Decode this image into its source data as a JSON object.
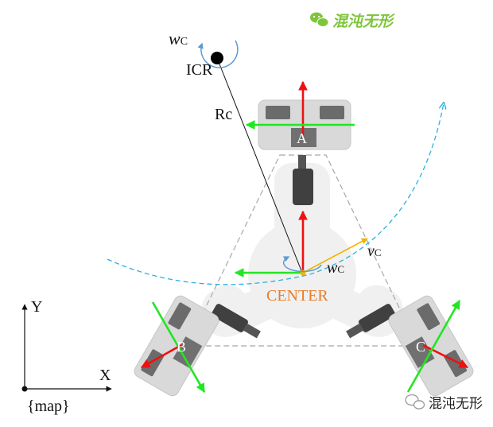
{
  "watermark_top": {
    "text": "混沌无形",
    "color": "#7ec53a"
  },
  "watermark_bottom": {
    "text": "混沌无形",
    "color": "#1e1e1e"
  },
  "labels": {
    "icr": "ICR",
    "rc": "Rc",
    "wc_top_main": "w",
    "wc_top_sub": "C",
    "wc_center_main": "w",
    "wc_center_sub": "C",
    "vc_main": "v",
    "vc_sub": "C",
    "center": "CENTER",
    "wheel_a": "A",
    "wheel_b": "B",
    "wheel_c": "C",
    "axis_y": "Y",
    "axis_x": "X",
    "frame": "{map}"
  },
  "colors": {
    "green_arrow": "#22e622",
    "red_arrow": "#ee1111",
    "blue_rotation": "#5b9bd5",
    "cyan_path": "#2ab0e0",
    "velocity": "#f0b400",
    "center_label": "#e87d2c",
    "body_fill": "#f0f0f0",
    "wheel_fill": "#d9d9d9",
    "motor_fill": "#404040"
  },
  "icons": {
    "wechat": "wechat-icon",
    "wheel": "omni-wheel-icon",
    "motor": "motor-icon"
  }
}
